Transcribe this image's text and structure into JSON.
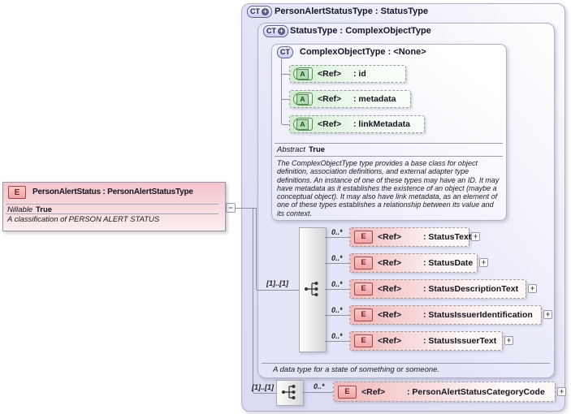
{
  "icons": {
    "expand": "+",
    "collapse": "−"
  },
  "root_element": {
    "badge": "E",
    "title": "PersonAlertStatus : PersonAlertStatusType",
    "property_name": "Nillable",
    "property_value": "True",
    "annotation": "A classification of PERSON ALERT STATUS"
  },
  "outer_type": {
    "badge": "CT",
    "title": "PersonAlertStatusType : StatusType",
    "sequence_cardinality": "[1]..[1]",
    "child": {
      "badge": "E",
      "cardinality": "0..*",
      "ref": "<Ref>",
      "name": ": PersonAlertStatusCategoryCode"
    }
  },
  "status_type": {
    "badge": "CT",
    "title": "StatusType : ComplexObjectType",
    "sequence_cardinality": "[1]..[1]",
    "children": [
      {
        "badge": "E",
        "cardinality": "0..*",
        "ref": "<Ref>",
        "name": ": StatusText"
      },
      {
        "badge": "E",
        "cardinality": "0..*",
        "ref": "<Ref>",
        "name": ": StatusDate"
      },
      {
        "badge": "E",
        "cardinality": "0..*",
        "ref": "<Ref>",
        "name": ": StatusDescriptionText"
      },
      {
        "badge": "E",
        "cardinality": "0..*",
        "ref": "<Ref>",
        "name": ": StatusIssuerIdentification"
      },
      {
        "badge": "E",
        "cardinality": "0..*",
        "ref": "<Ref>",
        "name": ": StatusIssuerText"
      }
    ],
    "annotation": "A data type for a state of something or someone."
  },
  "complex_object_type": {
    "badge": "CT",
    "title": "ComplexObjectType : <None>",
    "attributes": [
      {
        "badge": "A",
        "ref": "<Ref>",
        "name": ": id"
      },
      {
        "badge": "A",
        "ref": "<Ref>",
        "name": ": metadata"
      },
      {
        "badge": "A",
        "ref": "<Ref>",
        "name": ": linkMetadata"
      }
    ],
    "property_name": "Abstract",
    "property_value": "True",
    "annotation": "The ComplexObjectType type provides a base class for object definition, association definitions, and external adapter type definitions. An instance of one of these types may have an ID. It may have metadata as it establishes the existence of an object (maybe a conceptual object). It may also have link metadata, as an element of one of these types establishes a relationship between its value and its context."
  }
}
